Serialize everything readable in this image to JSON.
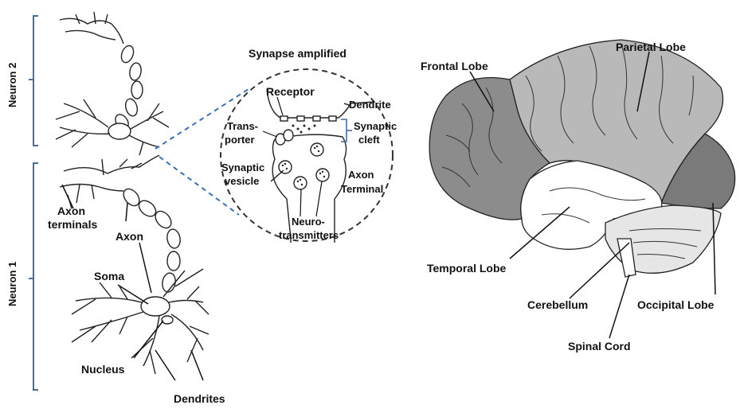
{
  "neuron_labels": {
    "neuron2": "Neuron 2",
    "neuron1": "Neuron 1",
    "axon_terminals_line1": "Axon",
    "axon_terminals_line2": "terminals",
    "axon": "Axon",
    "soma": "Soma",
    "nucleus": "Nucleus",
    "dendrites": "Dendrites"
  },
  "synapse": {
    "title": "Synapse amplified",
    "receptor": "Receptor",
    "dendrite": "Dendrite",
    "transporter_line1": "Trans-",
    "transporter_line2": "porter",
    "synaptic_cleft_line1": "Synaptic",
    "synaptic_cleft_line2": "cleft",
    "synaptic_vesicle_line1": "Synaptic",
    "synaptic_vesicle_line2": "vesicle",
    "axon_terminal_line1": "Axon",
    "axon_terminal_line2": "Terminal",
    "neurotransmitters_line1": "Neuro-",
    "neurotransmitters_line2": "transmitters"
  },
  "brain": {
    "frontal_lobe": "Frontal Lobe",
    "parietal_lobe": "Parietal Lobe",
    "temporal_lobe": "Temporal Lobe",
    "cerebellum": "Cerebellum",
    "occipital_lobe": "Occipital Lobe",
    "spinal_cord": "Spinal Cord"
  },
  "colors": {
    "frontal": "#8c8c8c",
    "parietal": "#b9b9b9",
    "temporal": "#ffffff",
    "occipital": "#7a7a7a",
    "cerebellum": "#e6e6e6",
    "bracket": "#4a6d9c",
    "dashed_link": "#3a6fb5"
  }
}
